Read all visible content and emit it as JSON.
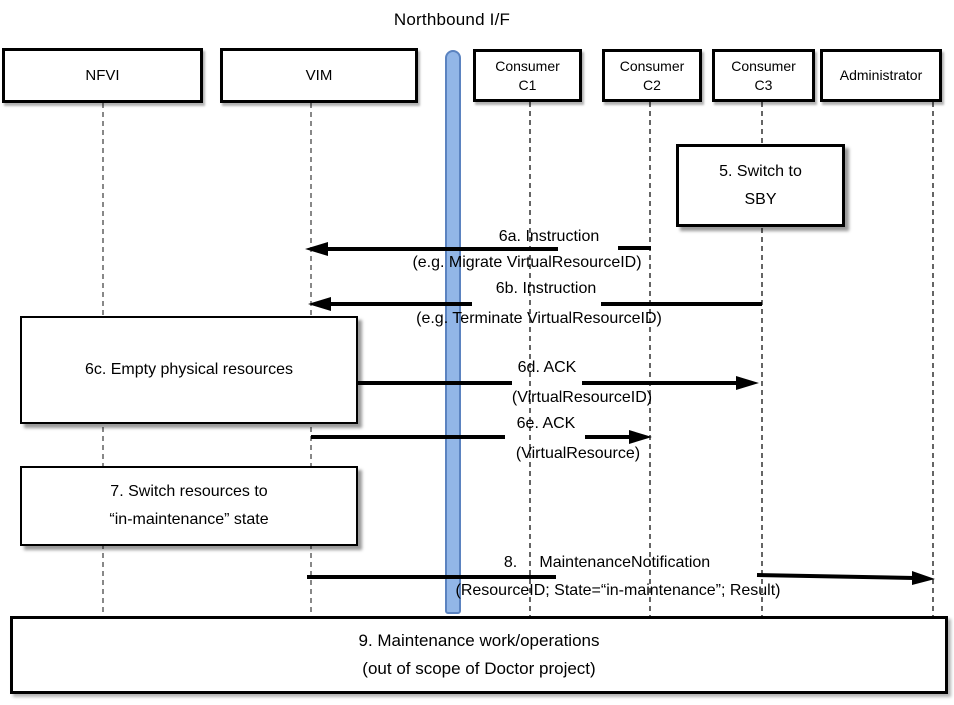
{
  "title": "Northbound I/F",
  "colors": {
    "background": "#ffffff",
    "box_border": "#000000",
    "activation_bar_fill": "#92b6e7",
    "activation_bar_border": "#5b83c0",
    "arrow": "#000000"
  },
  "actors": [
    {
      "id": "nfvi",
      "lines": [
        "NFVI"
      ]
    },
    {
      "id": "vim",
      "lines": [
        "VIM"
      ]
    },
    {
      "id": "consumer-c1",
      "lines": [
        "Consumer",
        "C1"
      ]
    },
    {
      "id": "consumer-c2",
      "lines": [
        "Consumer",
        "C2"
      ]
    },
    {
      "id": "consumer-c3",
      "lines": [
        "Consumer",
        "C3"
      ]
    },
    {
      "id": "administrator",
      "lines": [
        "Administrator"
      ]
    }
  ],
  "notes": {
    "switch_sby": {
      "lines": [
        "5. Switch to",
        "SBY"
      ]
    },
    "empty_resources": {
      "lines": [
        "6c. Empty physical resources"
      ]
    },
    "switch_maintenance": {
      "lines": [
        "7. Switch resources to",
        "“in-maintenance” state"
      ]
    },
    "maintenance_work": {
      "lines": [
        "9. Maintenance work/operations",
        "(out of scope of Doctor project)"
      ]
    }
  },
  "messages": {
    "m6a": {
      "label": "6a. Instruction",
      "detail": "(e.g. Migrate VirtualResourceID)",
      "from": "Consumer C2",
      "to": "VIM",
      "direction": "left"
    },
    "m6b": {
      "label": "6b. Instruction",
      "detail": "(e.g. Terminate VirtualResourceID)",
      "from": "Consumer C3",
      "to": "VIM",
      "direction": "left"
    },
    "m6d": {
      "label": "6d. ACK",
      "detail": "(VirtualResourceID)",
      "from": "VIM",
      "to": "Consumer C3",
      "direction": "right"
    },
    "m6e": {
      "label": "6e. ACK",
      "detail": "(VirtualResource)",
      "from": "VIM",
      "to": "Consumer C2",
      "direction": "right"
    },
    "m8": {
      "label": "8.     MaintenanceNotification",
      "detail": "(ResourceID; State=“in-maintenance”; Result)",
      "from": "VIM",
      "to": "Administrator",
      "direction": "right"
    }
  }
}
